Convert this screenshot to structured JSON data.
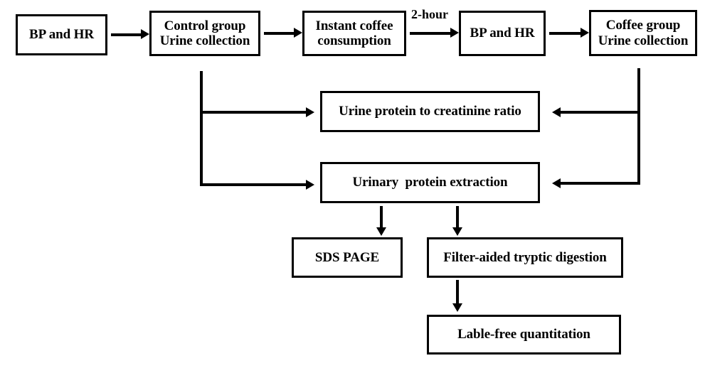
{
  "diagram": {
    "title": "Study workflow flowchart",
    "background_color": "#ffffff",
    "line_color": "#000000",
    "nodes": {
      "bp_hr_baseline": {
        "line1": "BP and HR"
      },
      "control_group": {
        "line1": "Control group",
        "line2": "Urine collection"
      },
      "instant_coffee": {
        "line1": "Instant coffee",
        "line2": "consumption"
      },
      "bp_hr_post": {
        "line1": "BP and HR"
      },
      "coffee_group": {
        "line1": "Coffee group",
        "line2": "Urine collection"
      },
      "protein_creatinine_ratio": {
        "line1": "Urine protein to creatinine ratio"
      },
      "urinary_protein_extraction": {
        "line1": "Urinary  protein extraction"
      },
      "sds_page": {
        "line1": "SDS PAGE"
      },
      "tryptic_digestion": {
        "line1": "Filter-aided tryptic digestion"
      },
      "label_free_quantitation": {
        "line1": "Lable-free quantitation"
      }
    },
    "edge_labels": {
      "two_hour": "2-hour"
    }
  }
}
